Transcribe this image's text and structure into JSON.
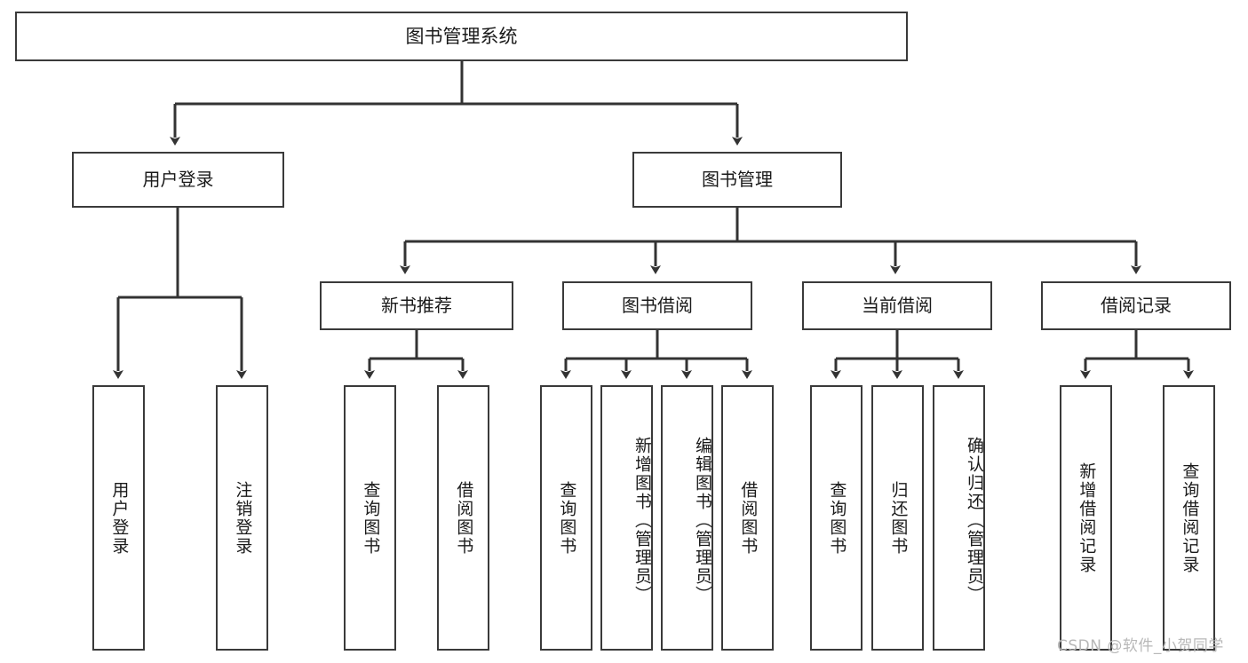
{
  "diagram": {
    "title": "图书管理系统",
    "watermark": "CSDN @软件_小贺同学",
    "colors": {
      "background": "#ffffff",
      "border": "#3a3a3a",
      "text": "#1a1a1a",
      "connector": "#333333",
      "watermark": "#b8b8b8"
    },
    "root": {
      "label": "图书管理系统"
    },
    "level2": [
      {
        "label": "用户登录"
      },
      {
        "label": "图书管理"
      }
    ],
    "level3": [
      {
        "label": "新书推荐"
      },
      {
        "label": "图书借阅"
      },
      {
        "label": "当前借阅"
      },
      {
        "label": "借阅记录"
      }
    ],
    "leaves": {
      "user_login": [
        {
          "label": "用户登录"
        },
        {
          "label": "注销登录"
        }
      ],
      "new_book_recommend": [
        {
          "label": "查询图书"
        },
        {
          "label": "借阅图书"
        }
      ],
      "book_borrow": [
        {
          "label": "查询图书"
        },
        {
          "label": "新增图书（管理员）"
        },
        {
          "label": "编辑图书（管理员）"
        },
        {
          "label": "借阅图书"
        }
      ],
      "current_borrow": [
        {
          "label": "查询图书"
        },
        {
          "label": "归还图书"
        },
        {
          "label": "确认归还（管理员）"
        }
      ],
      "borrow_record": [
        {
          "label": "新增借阅记录"
        },
        {
          "label": "查询借阅记录"
        }
      ]
    }
  }
}
